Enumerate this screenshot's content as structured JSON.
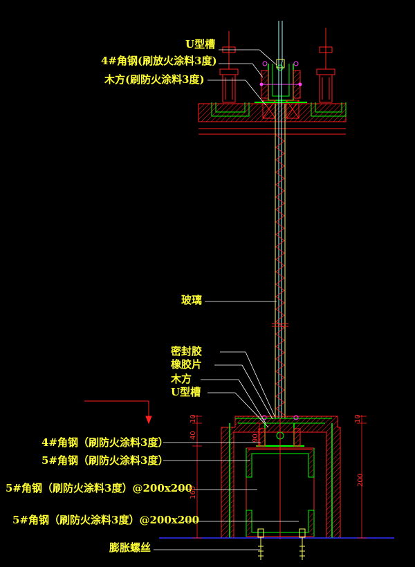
{
  "labels": {
    "u_channel_top": "U型槽",
    "angle4_top": "4#角钢(刷放火涂料3度)",
    "wood_top": "木方(刷防火涂料3度)",
    "glass": "玻璃",
    "sealant": "密封胶",
    "rubber": "橡胶片",
    "wood_bottom": "木方",
    "u_channel_bottom": "U型槽",
    "angle4_bottom": "4#角钢（刷防火涂料3度）",
    "angle5_a": "5#角钢（刷防火涂料3度）",
    "angle5_b": "5#角钢（刷防火涂料3度）@200x200",
    "angle5_c": "5#角钢（刷防火涂料3度）@200x200",
    "bolt": "膨胀螺丝"
  },
  "dimensions": {
    "d10_left": "10",
    "d40": "40",
    "d10_right": "10",
    "d90": "90",
    "d160": "160",
    "d200": "200"
  },
  "colors": {
    "label": "#ffff33",
    "dimension": "#ff3030",
    "outline_green": "#00ff00",
    "hatch_red": "#ff2020",
    "glass_yellow": "#ffff66",
    "glass_cyan": "#aaffff",
    "floor_blue": "#3030ff",
    "leader_white": "#ffffff",
    "cross_magenta": "#ff40ff"
  }
}
